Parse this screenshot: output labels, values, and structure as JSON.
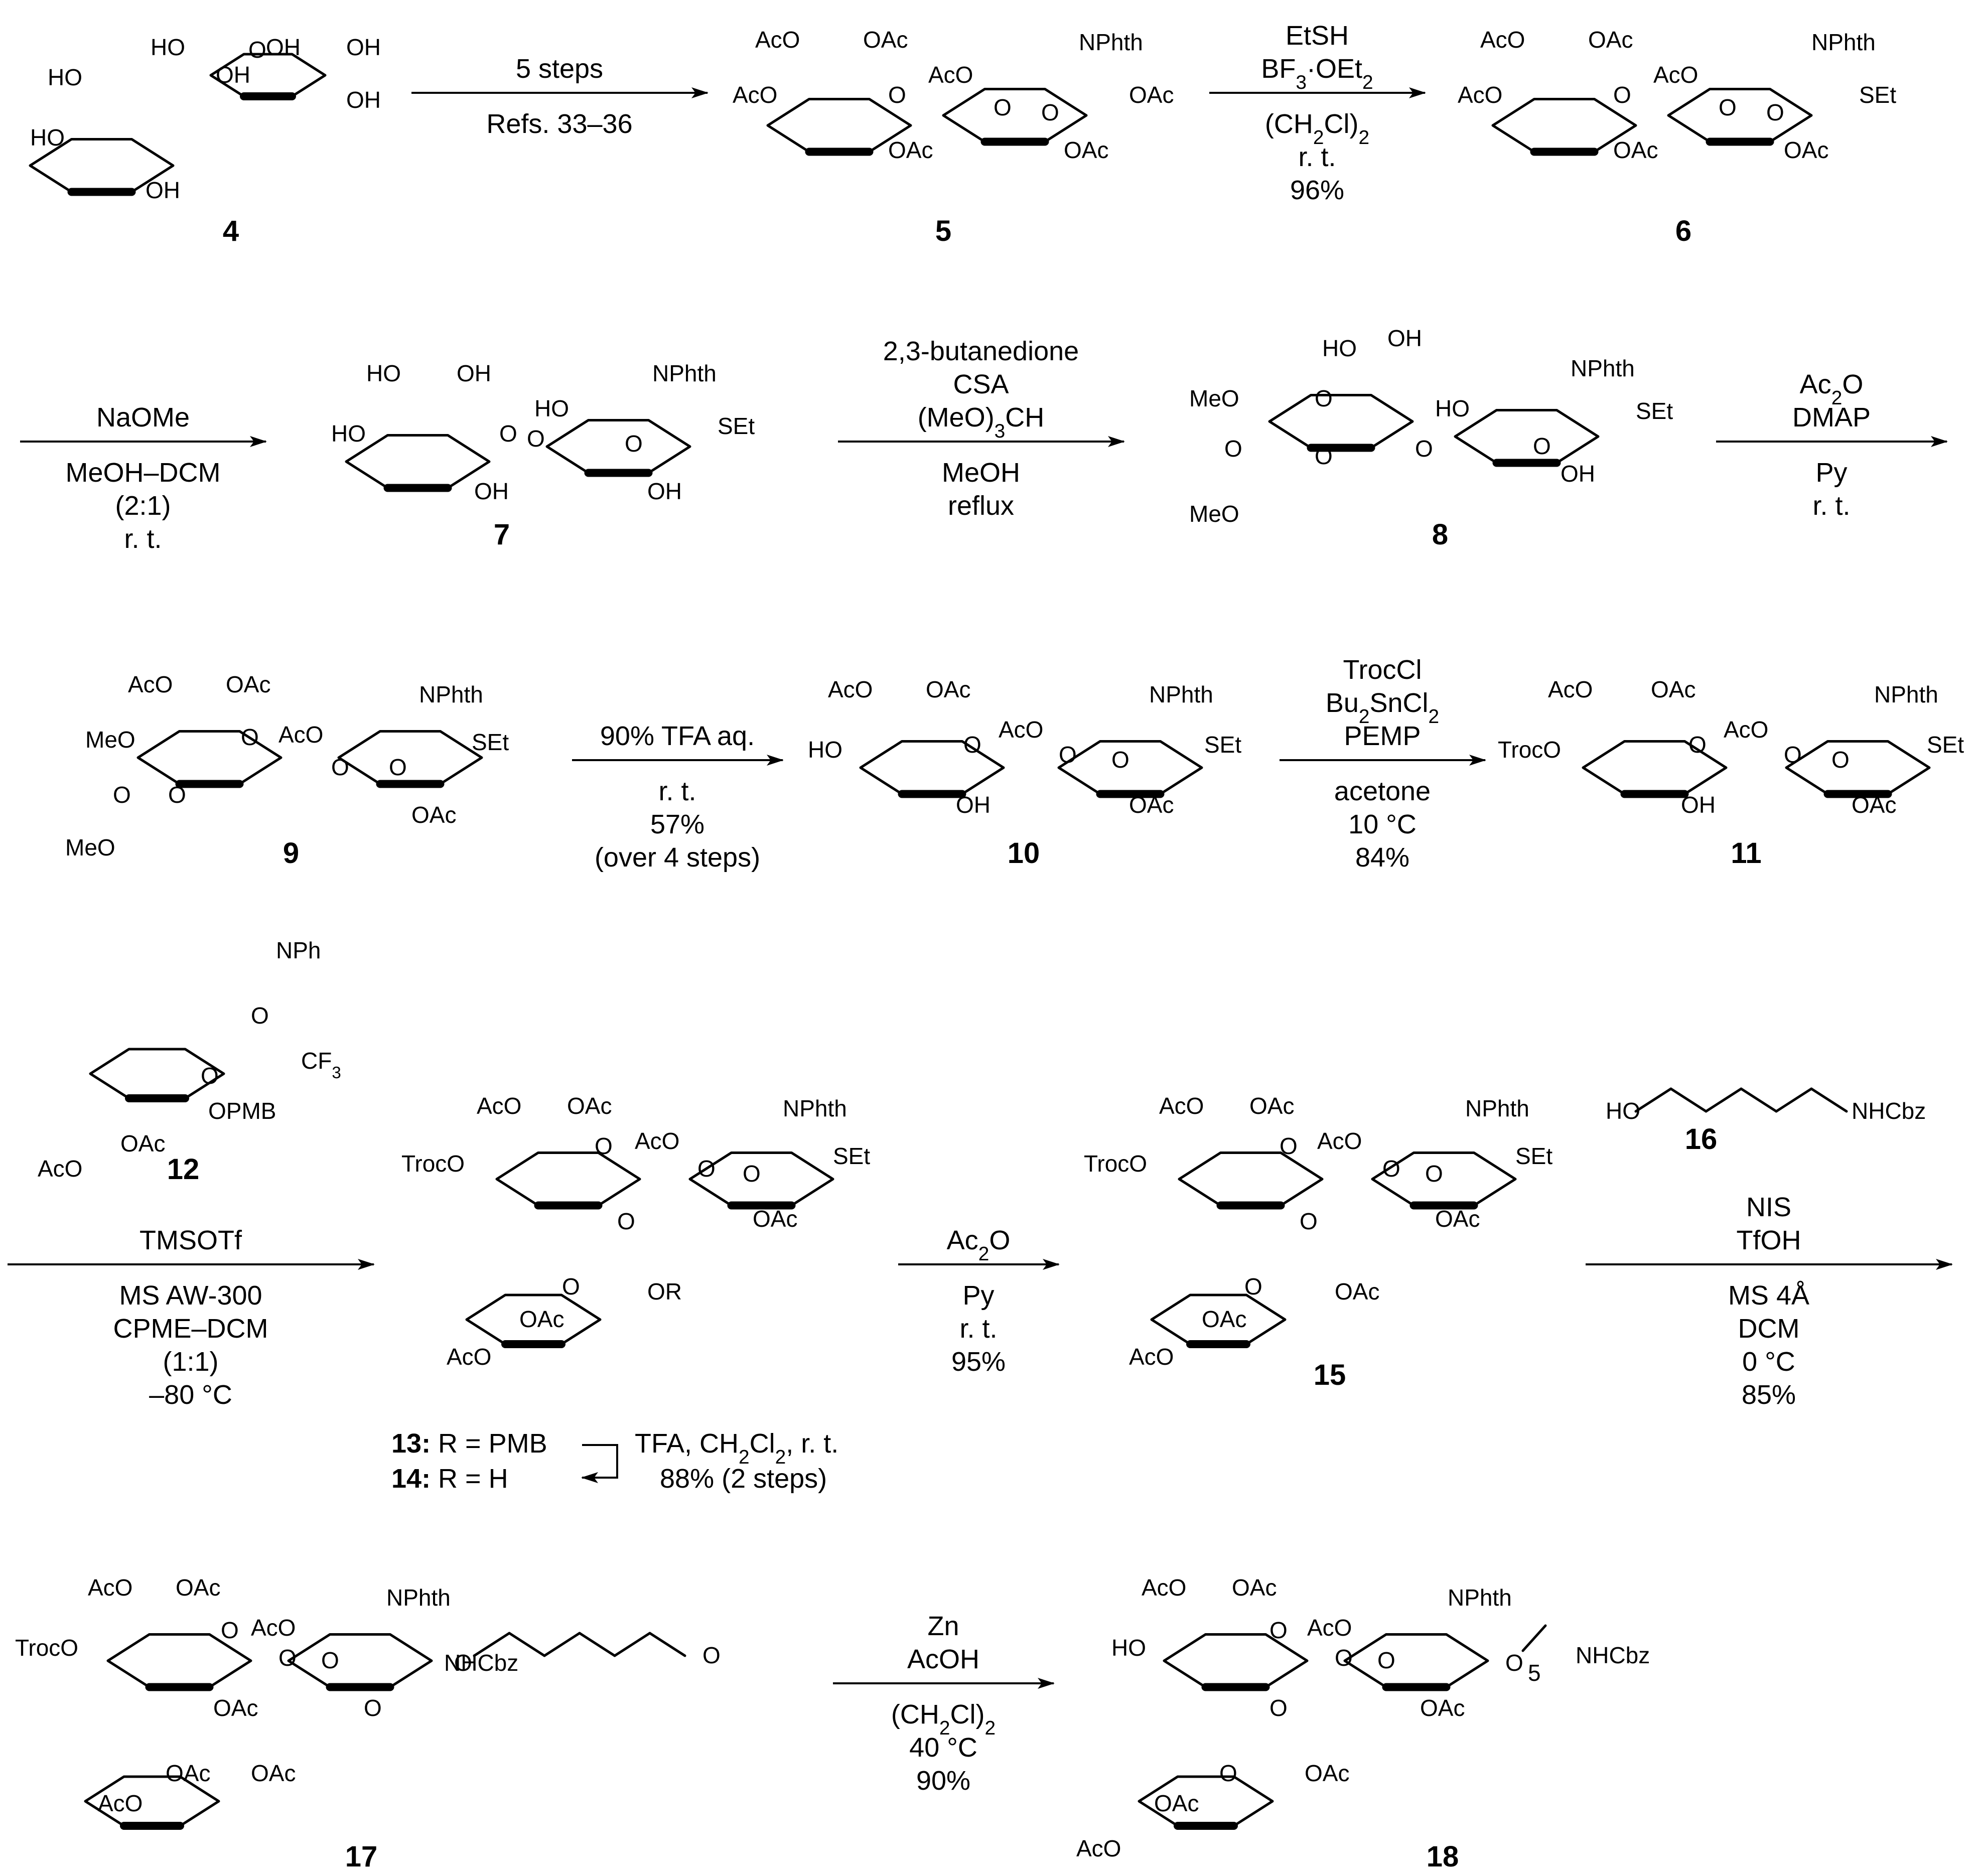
{
  "compounds": [
    {
      "id": "4",
      "labels": [
        "HO",
        "OH",
        "OH",
        "OH",
        "OH",
        "HO",
        "HO",
        "O",
        "OH"
      ]
    },
    {
      "id": "5",
      "labels": [
        "AcO",
        "OAc",
        "AcO",
        "O",
        "AcO",
        "NPhth",
        "OAc",
        "O",
        "O",
        "OAc",
        "OAc"
      ]
    },
    {
      "id": "6",
      "labels": [
        "AcO",
        "OAc",
        "AcO",
        "O",
        "AcO",
        "NPhth",
        "SEt",
        "O",
        "O",
        "OAc",
        "OAc"
      ]
    },
    {
      "id": "7",
      "labels": [
        "HO",
        "OH",
        "HO",
        "O",
        "HO",
        "NPhth",
        "SEt",
        "O",
        "O",
        "OH",
        "OH"
      ]
    },
    {
      "id": "8",
      "labels": [
        "HO",
        "OH",
        "MeO",
        "O",
        "O",
        "MeO",
        "O",
        "O",
        "HO",
        "NPhth",
        "SEt",
        "O",
        "OH"
      ]
    },
    {
      "id": "9",
      "labels": [
        "AcO",
        "OAc",
        "MeO",
        "O",
        "O",
        "MeO",
        "O",
        "AcO",
        "NPhth",
        "SEt",
        "O",
        "O",
        "OAc"
      ]
    },
    {
      "id": "10",
      "labels": [
        "AcO",
        "OAc",
        "HO",
        "O",
        "AcO",
        "NPhth",
        "SEt",
        "O",
        "O",
        "OH",
        "OAc"
      ]
    },
    {
      "id": "11",
      "labels": [
        "AcO",
        "OAc",
        "TrocO",
        "O",
        "AcO",
        "NPhth",
        "SEt",
        "O",
        "O",
        "OH",
        "OAc"
      ]
    },
    {
      "id": "12",
      "labels": [
        "NPh",
        "O",
        "CF3",
        "O",
        "OPMB",
        "OAc",
        "AcO"
      ]
    },
    {
      "id": "13",
      "labels": [
        "AcO",
        "OAc",
        "TrocO",
        "O",
        "AcO",
        "NPhth",
        "SEt",
        "O",
        "O",
        "O",
        "OAc",
        "O",
        "OR",
        "OAc",
        "AcO"
      ]
    },
    {
      "id": "15",
      "labels": [
        "AcO",
        "OAc",
        "TrocO",
        "O",
        "AcO",
        "NPhth",
        "SEt",
        "O",
        "O",
        "O",
        "OAc",
        "O",
        "OAc",
        "OAc",
        "AcO"
      ]
    },
    {
      "id": "16",
      "labels": [
        "HO",
        "NHCbz"
      ]
    },
    {
      "id": "17",
      "labels": [
        "AcO",
        "OAc",
        "TrocO",
        "O",
        "AcO",
        "NPhth",
        "O",
        "O",
        "O",
        "NHCbz",
        "O",
        "OAc",
        "O",
        "OAc",
        "OAc",
        "AcO"
      ]
    },
    {
      "id": "18",
      "labels": [
        "AcO",
        "OAc",
        "HO",
        "O",
        "AcO",
        "NPhth",
        "O",
        "O",
        "O",
        "5",
        "NHCbz",
        "O",
        "OAc",
        "O",
        "OAc",
        "OAc",
        "AcO"
      ]
    }
  ],
  "reactions": [
    {
      "id": "r1",
      "above": [
        "5 steps"
      ],
      "below": [
        "Refs. 33–36"
      ]
    },
    {
      "id": "r2",
      "above": [
        "EtSH",
        "BF3·OEt2"
      ],
      "below": [
        "(CH2Cl)2",
        "r. t.",
        "96%"
      ]
    },
    {
      "id": "r3",
      "above": [
        "NaOMe"
      ],
      "below": [
        "MeOH–DCM",
        "(2:1)",
        "r. t."
      ]
    },
    {
      "id": "r4",
      "above": [
        "2,3-butanedione",
        "CSA",
        "(MeO)3CH"
      ],
      "below": [
        "MeOH",
        "reflux"
      ]
    },
    {
      "id": "r5",
      "above": [
        "Ac2O",
        "DMAP"
      ],
      "below": [
        "Py",
        "r. t."
      ]
    },
    {
      "id": "r6",
      "above": [
        "90% TFA aq."
      ],
      "below": [
        "r. t.",
        "57%",
        "(over 4 steps)"
      ]
    },
    {
      "id": "r7",
      "above": [
        "TrocCl",
        "Bu2SnCl2",
        "PEMP"
      ],
      "below": [
        "acetone",
        "10 °C",
        "84%"
      ]
    },
    {
      "id": "r8",
      "above": [
        "TMSOTf"
      ],
      "below": [
        "MS AW-300",
        "CPME–DCM",
        "(1:1)",
        "–80 °C"
      ]
    },
    {
      "id": "r9",
      "above": [
        "Ac2O"
      ],
      "below": [
        "Py",
        "r. t.",
        "95%"
      ]
    },
    {
      "id": "r10",
      "above": [
        "NIS",
        "TfOH"
      ],
      "below": [
        "MS 4Å",
        "DCM",
        "0 °C",
        "85%"
      ]
    },
    {
      "id": "r11",
      "above": [
        "Zn",
        "AcOH"
      ],
      "below": [
        "(CH2Cl)2",
        "40 °C",
        "90%"
      ]
    }
  ],
  "deprotection": {
    "line1": "13: R = PMB",
    "line2": "14: R = H",
    "conditions": "TFA, CH2Cl2, r. t.",
    "yield": "88% (2 steps)"
  }
}
